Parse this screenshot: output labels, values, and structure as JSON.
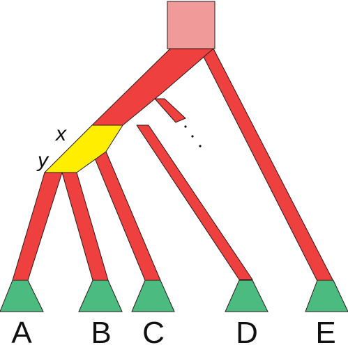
{
  "labels": {
    "x": "x",
    "y": "y",
    "ellipsis": "⋱"
  },
  "leaves": [
    {
      "id": "A",
      "label": "A"
    },
    {
      "id": "B",
      "label": "B"
    },
    {
      "id": "C",
      "label": "C"
    },
    {
      "id": "D",
      "label": "D"
    },
    {
      "id": "E",
      "label": "E"
    }
  ],
  "colors": {
    "branch": "#ef4040",
    "root": "#f19a9a",
    "highlight": "#ffee00",
    "leaf": "#4cbb80"
  }
}
